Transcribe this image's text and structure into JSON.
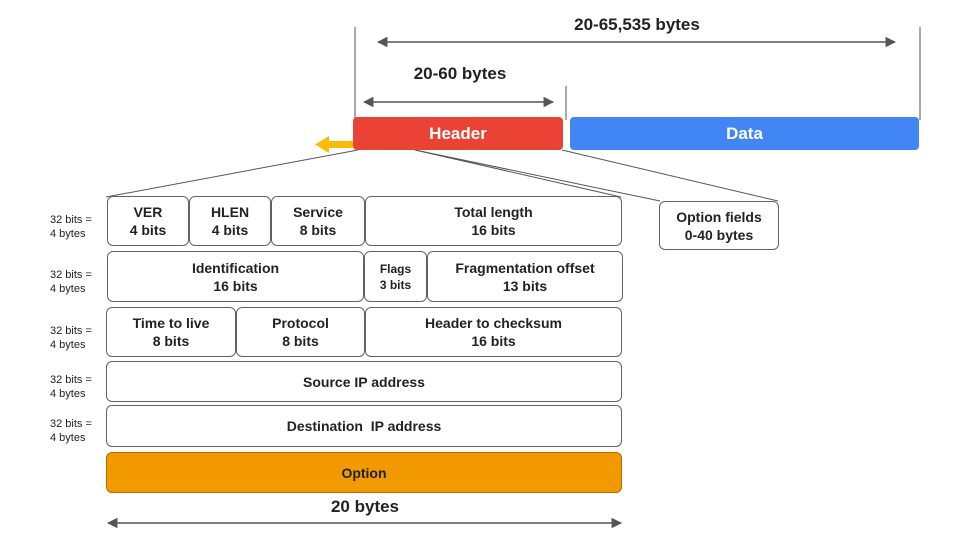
{
  "dimensions": {
    "total": "20-65,535 bytes",
    "header": "20-60 bytes",
    "base": "20 bytes"
  },
  "packet": {
    "header_label": "Header",
    "data_label": "Data"
  },
  "colors": {
    "header": "#ea4335",
    "data": "#4285f4",
    "option": "#f29900",
    "arrow": "#fbbc04"
  },
  "option_fields": {
    "title": "Option fields",
    "size": "0-40 bytes"
  },
  "row_label": {
    "line1": "32 bits =",
    "line2": "4 bytes"
  },
  "fields": {
    "ver": {
      "name": "VER",
      "size": "4 bits"
    },
    "hlen": {
      "name": "HLEN",
      "size": "4 bits"
    },
    "service": {
      "name": "Service",
      "size": "8 bits"
    },
    "total_length": {
      "name": "Total length",
      "size": "16 bits"
    },
    "identification": {
      "name": "Identification",
      "size": "16 bits"
    },
    "flags": {
      "name": "Flags",
      "size": "3 bits"
    },
    "fragmentation_offset": {
      "name": "Fragmentation offset",
      "size": "13 bits"
    },
    "time_to_live": {
      "name": "Time to live",
      "size": "8 bits"
    },
    "protocol": {
      "name": "Protocol",
      "size": "8 bits"
    },
    "header_checksum": {
      "name": "Header to checksum",
      "size": "16 bits"
    },
    "source_ip": {
      "name": "Source IP address"
    },
    "destination_ip": {
      "name": "Destination  IP address"
    },
    "option": {
      "name": "Option"
    }
  }
}
